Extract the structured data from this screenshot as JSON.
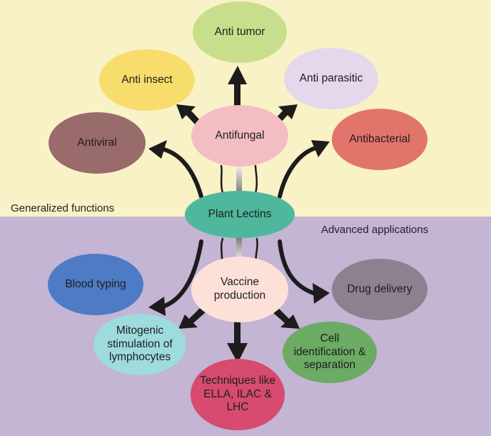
{
  "sections": {
    "top_label": "Generalized functions",
    "bottom_label": "Advanced applications"
  },
  "center": {
    "label": "Plant Lectins",
    "color": "#4fb79c"
  },
  "functions": [
    {
      "id": "anti-tumor",
      "label": "Anti tumor",
      "color": "#c9de8c"
    },
    {
      "id": "anti-insect",
      "label": "Anti insect",
      "color": "#f8dc6c"
    },
    {
      "id": "anti-parasitic",
      "label": "Anti parasitic",
      "color": "#e5d7ec"
    },
    {
      "id": "antifungal",
      "label": "Antifungal",
      "color": "#f4bdc4"
    },
    {
      "id": "antiviral",
      "label": "Antiviral",
      "color": "#9a6b6b"
    },
    {
      "id": "antibacterial",
      "label": "Antibacterial",
      "color": "#e2756b"
    }
  ],
  "applications": [
    {
      "id": "blood-typing",
      "label": "Blood typing",
      "color": "#4d7bc5"
    },
    {
      "id": "vaccine-production",
      "label": "Vaccine production",
      "color": "#fde1d9"
    },
    {
      "id": "drug-delivery",
      "label": "Drug delivery",
      "color": "#8b818f"
    },
    {
      "id": "mitogenic",
      "label": "Mitogenic stimulation of lymphocytes",
      "color": "#9edbdd"
    },
    {
      "id": "cell-identification",
      "label": "Cell identification & separation",
      "color": "#6bab63"
    },
    {
      "id": "techniques",
      "label": "Techniques like ELLA, ILAC & LHC",
      "color": "#d64b6f"
    }
  ]
}
